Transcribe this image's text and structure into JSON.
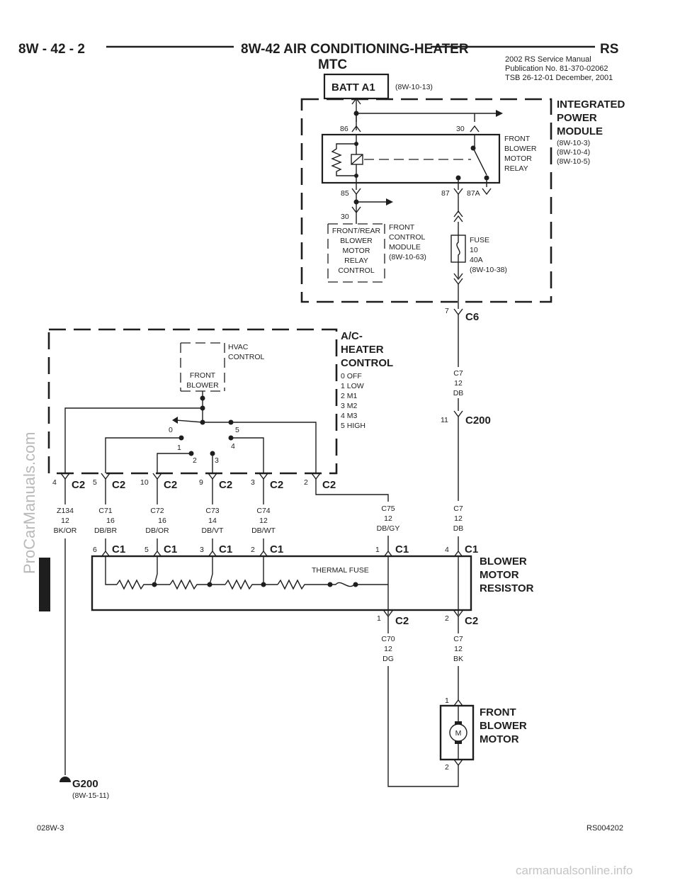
{
  "header": {
    "page_id": "8W - 42 - 2",
    "title_line1": "8W-42 AIR CONDITIONING-HEATER",
    "title_line2": "MTC",
    "brand": "RS",
    "pub_line1": "2002 RS  Service Manual",
    "pub_line2": "Publication No.  81-370-02062",
    "pub_line3": "TSB  26-12-01   December, 2001"
  },
  "battery": {
    "label": "BATT A1",
    "ref": "(8W-10-13)"
  },
  "ipm": {
    "title_line1": "INTEGRATED",
    "title_line2": "POWER",
    "title_line3": "MODULE",
    "ref1": "(8W-10-3)",
    "ref2": "(8W-10-4)",
    "ref3": "(8W-10-5)",
    "relay_line1": "FRONT",
    "relay_line2": "BLOWER",
    "relay_line3": "MOTOR",
    "relay_line4": "RELAY",
    "pin_86": "86",
    "pin_30_top": "30",
    "pin_85": "85",
    "pin_87": "87",
    "pin_87a": "87A",
    "pin_30_low": "30",
    "frr_line1": "FRONT/REAR",
    "frr_line2": "BLOWER",
    "frr_line3": "MOTOR",
    "frr_line4": "RELAY",
    "frr_line5": "CONTROL",
    "fcm_line1": "FRONT",
    "fcm_line2": "CONTROL",
    "fcm_line3": "MODULE",
    "fcm_line4": "(8W-10-63)",
    "fuse_line1": "FUSE",
    "fuse_line2": "10",
    "fuse_line3": "40A",
    "fuse_line4": "(8W-10-38)"
  },
  "c6": {
    "pin": "7",
    "name": "C6"
  },
  "wire_c7_upper": {
    "line1": "C7",
    "line2": "12",
    "line3": "DB"
  },
  "c200": {
    "pin": "11",
    "name": "C200"
  },
  "hvac": {
    "title_line1": "A/C-",
    "title_line2": "HEATER",
    "title_line3": "CONTROL",
    "pos0": "0 OFF",
    "pos1": "1 LOW",
    "pos2": "2 M1",
    "pos3": "3 M2",
    "pos4": "4 M3",
    "pos5": "5 HIGH",
    "ctrl_line1": "HVAC",
    "ctrl_line2": "CONTROL",
    "fb_line1": "FRONT",
    "fb_line2": "BLOWER",
    "sw0": "0",
    "sw1": "1",
    "sw2": "2",
    "sw3": "3",
    "sw4": "4",
    "sw5": "5"
  },
  "c2_connectors": [
    {
      "pin": "4",
      "name": "C2"
    },
    {
      "pin": "5",
      "name": "C2"
    },
    {
      "pin": "10",
      "name": "C2"
    },
    {
      "pin": "9",
      "name": "C2"
    },
    {
      "pin": "3",
      "name": "C2"
    },
    {
      "pin": "2",
      "name": "C2"
    }
  ],
  "wires_mid": [
    {
      "line1": "Z134",
      "line2": "12",
      "line3": "BK/OR"
    },
    {
      "line1": "C71",
      "line2": "16",
      "line3": "DB/BR"
    },
    {
      "line1": "C72",
      "line2": "16",
      "line3": "DB/OR"
    },
    {
      "line1": "C73",
      "line2": "14",
      "line3": "DB/VT"
    },
    {
      "line1": "C74",
      "line2": "12",
      "line3": "DB/WT"
    },
    {
      "line1": "C75",
      "line2": "12",
      "line3": "DB/GY"
    },
    {
      "line1": "C7",
      "line2": "12",
      "line3": "DB"
    }
  ],
  "c1_connectors": [
    {
      "pin": "6",
      "name": "C1"
    },
    {
      "pin": "5",
      "name": "C1"
    },
    {
      "pin": "3",
      "name": "C1"
    },
    {
      "pin": "2",
      "name": "C1"
    },
    {
      "pin": "1",
      "name": "C1"
    },
    {
      "pin": "4",
      "name": "C1"
    }
  ],
  "resistor": {
    "title_line1": "BLOWER",
    "title_line2": "MOTOR",
    "title_line3": "RESISTOR",
    "thermal_fuse": "THERMAL FUSE"
  },
  "c2_lower": [
    {
      "pin": "1",
      "name": "C2"
    },
    {
      "pin": "2",
      "name": "C2"
    }
  ],
  "wires_low": [
    {
      "line1": "C70",
      "line2": "12",
      "line3": "DG"
    },
    {
      "line1": "C7",
      "line2": "12",
      "line3": "BK"
    }
  ],
  "motor": {
    "title_line1": "FRONT",
    "title_line2": "BLOWER",
    "title_line3": "MOTOR",
    "symbol": "M",
    "pin_top": "1",
    "pin_bottom": "2"
  },
  "ground": {
    "name": "G200",
    "ref": "(8W-15-11)"
  },
  "footer": {
    "left": "028W-3",
    "right": "RS004202"
  },
  "watermarks": {
    "side": "ProCarManuals.com",
    "bottom": "carmanualsonline.info"
  }
}
